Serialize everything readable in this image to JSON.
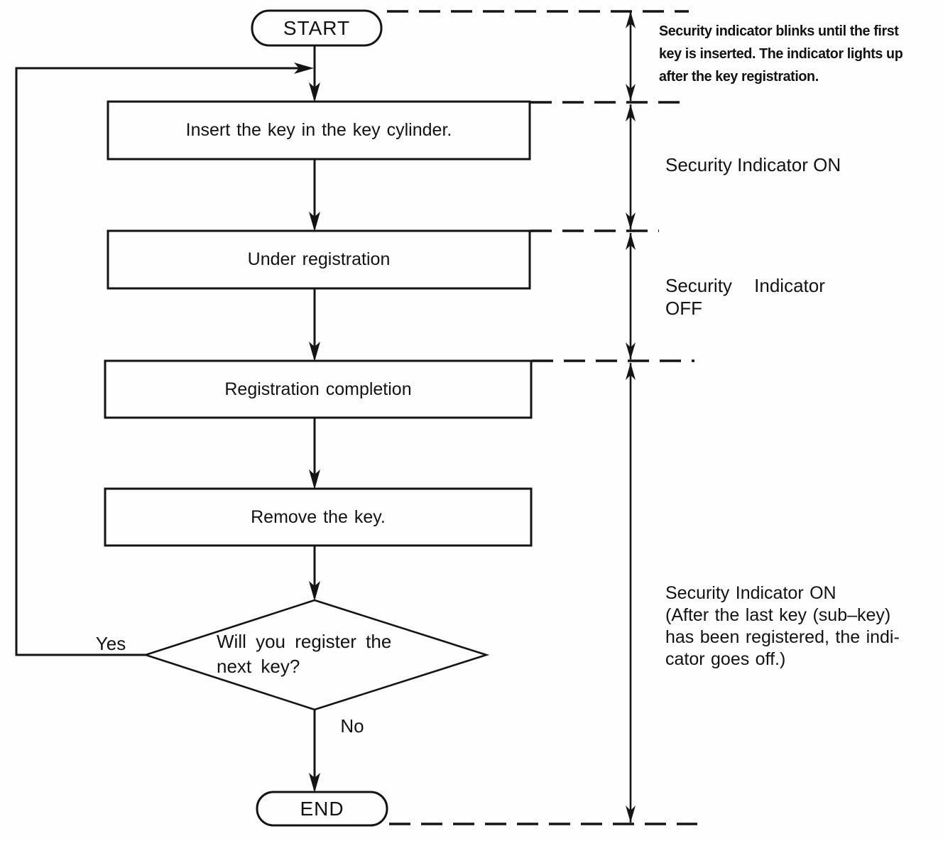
{
  "flowchart": {
    "nodes": {
      "start": "START",
      "insert_key": "Insert the key in the key cylinder.",
      "under_registration": "Under registration",
      "registration_completion": "Registration completion",
      "remove_key": "Remove the key.",
      "decision_line1": "Will you register the",
      "decision_line2": "next key?",
      "end": "END"
    },
    "branch_labels": {
      "yes": "Yes",
      "no": "No"
    },
    "annotations": {
      "blink_note_line1": "Security indicator blinks until the first",
      "blink_note_line2": "key is inserted. The indicator lights up",
      "blink_note_line3": "after the key registration.",
      "indicator_on": "Security Indicator ON",
      "indicator_off_line1": "Security Indicator",
      "indicator_off_line2": "OFF",
      "indicator_on_after_line1": "Security Indicator ON",
      "indicator_on_after_line2": "(After the last key (sub–key)",
      "indicator_on_after_line3": "has been registered, the indi-",
      "indicator_on_after_line4": "cator goes off.)"
    },
    "colors": {
      "ink": "#141414",
      "paper": "#fefefe"
    }
  }
}
